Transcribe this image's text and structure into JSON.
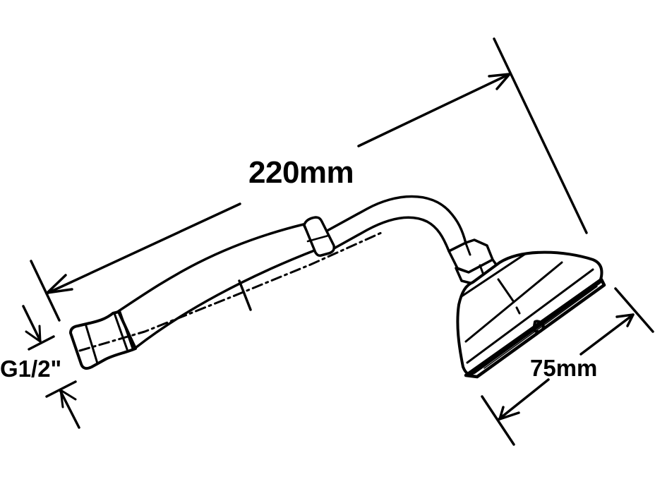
{
  "diagram": {
    "subject": "hand shower",
    "line_color": "#000000",
    "background_color": "#ffffff",
    "dimensions": {
      "overall_length": {
        "label": "220mm",
        "value": 220,
        "unit": "mm"
      },
      "head_diameter": {
        "label": "75mm",
        "value": 75,
        "unit": "mm"
      },
      "thread_connection": {
        "label": "G1/2\"",
        "value": "G1/2\""
      }
    },
    "parts": [
      {
        "name": "threaded connector",
        "position": "left end"
      },
      {
        "name": "handle grip",
        "position": "middle"
      },
      {
        "name": "collar ring",
        "position": "handle top"
      },
      {
        "name": "curved neck",
        "position": "upper right"
      },
      {
        "name": "shower head",
        "position": "right end"
      }
    ],
    "annotations": {
      "centerline": "dash-dot axis along handle"
    }
  }
}
